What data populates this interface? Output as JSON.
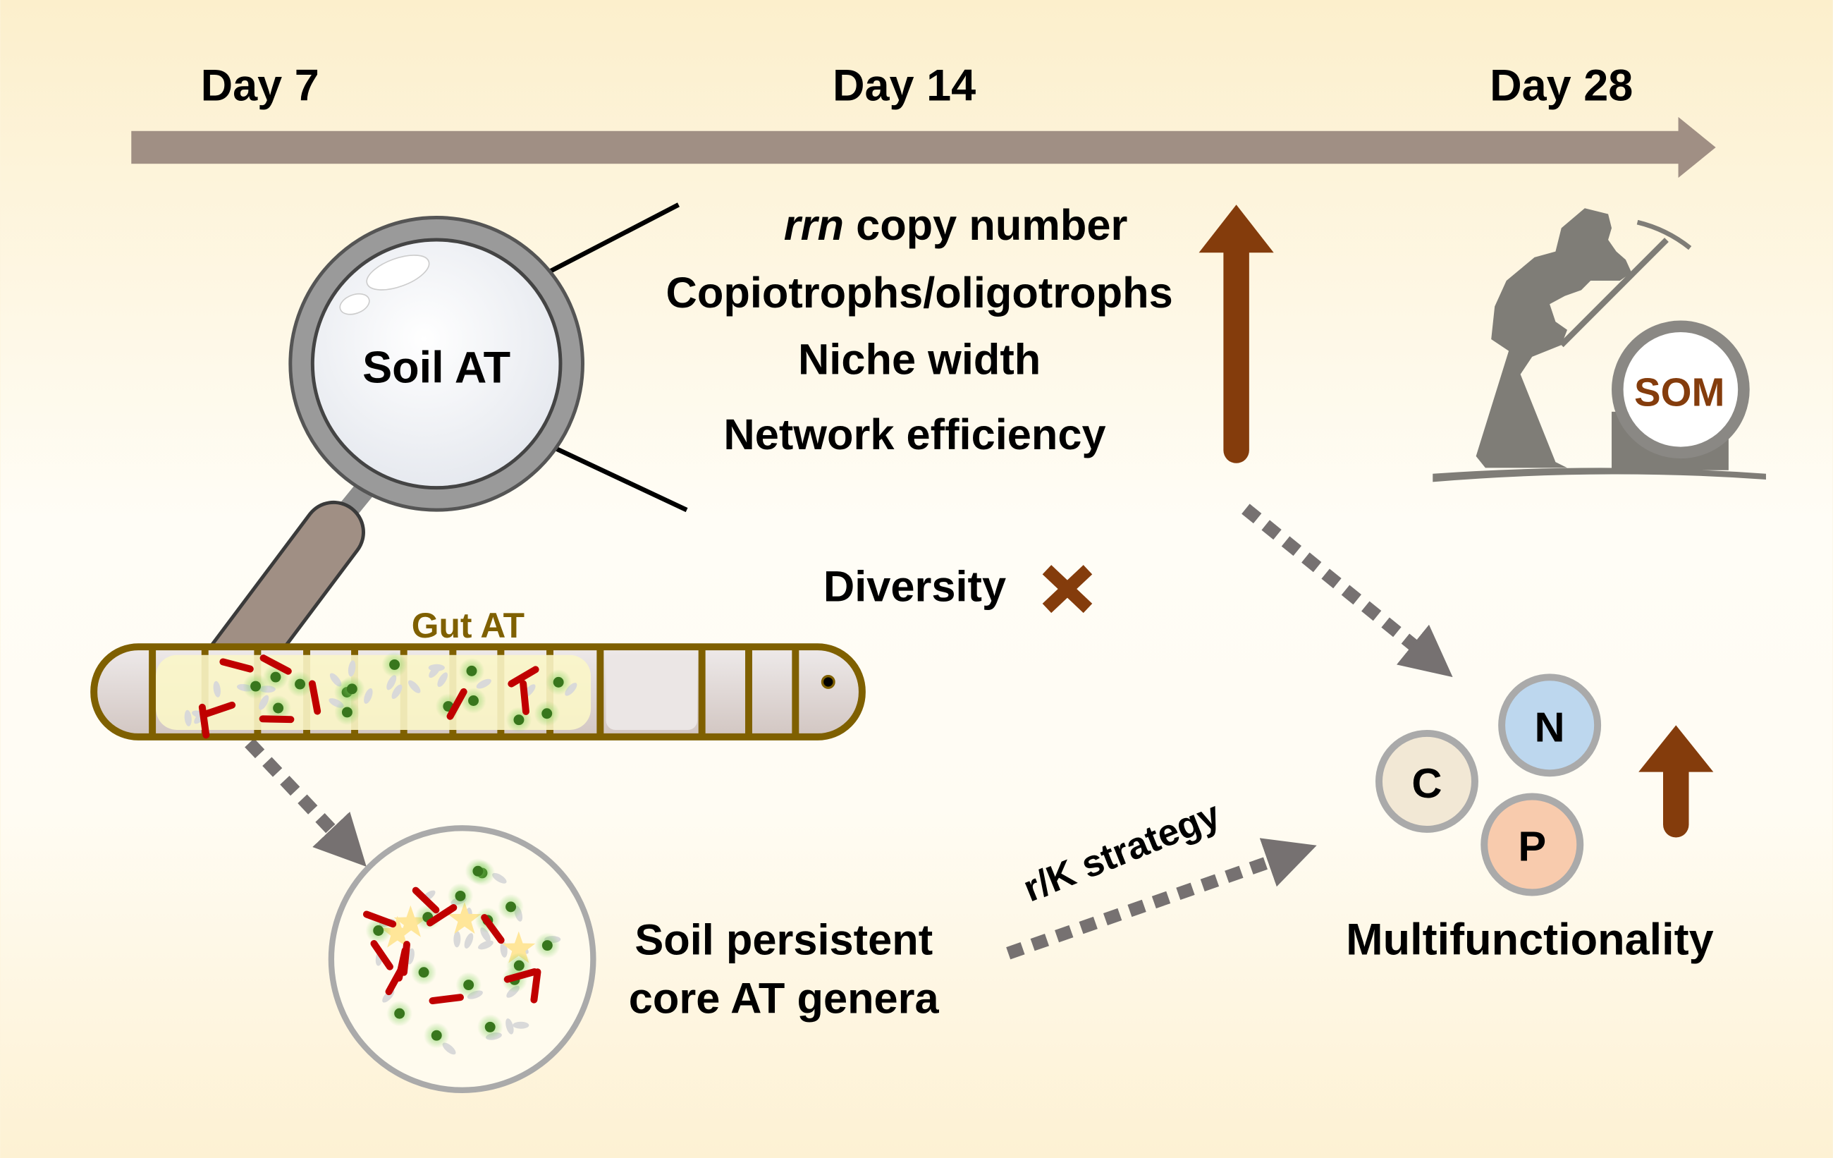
{
  "timeline": {
    "days": [
      "Day 7",
      "Day 14",
      "Day 28"
    ]
  },
  "magnifier": {
    "label": "Soil AT"
  },
  "metrics": {
    "rrn_italic": "rrn",
    "rrn_rest": " copy number",
    "items": [
      "Copiotrophs/oligotrophs",
      "Niche width",
      "Network efficiency"
    ]
  },
  "diversity": {
    "label": "Diversity"
  },
  "gut": {
    "label": "Gut AT"
  },
  "core": {
    "line1": "Soil persistent",
    "line2": "core AT genera"
  },
  "strategy": {
    "label": "r/K strategy"
  },
  "som": {
    "label": "SOM"
  },
  "nutrients": {
    "c": "C",
    "n": "N",
    "p": "P"
  },
  "multifunctionality": {
    "label": "Multifunctionality"
  },
  "colors": {
    "arrow_brown": "#843c0c",
    "timeline": "#a08f84",
    "gut_border": "#7f6000",
    "dotted_arrow": "#767171"
  }
}
